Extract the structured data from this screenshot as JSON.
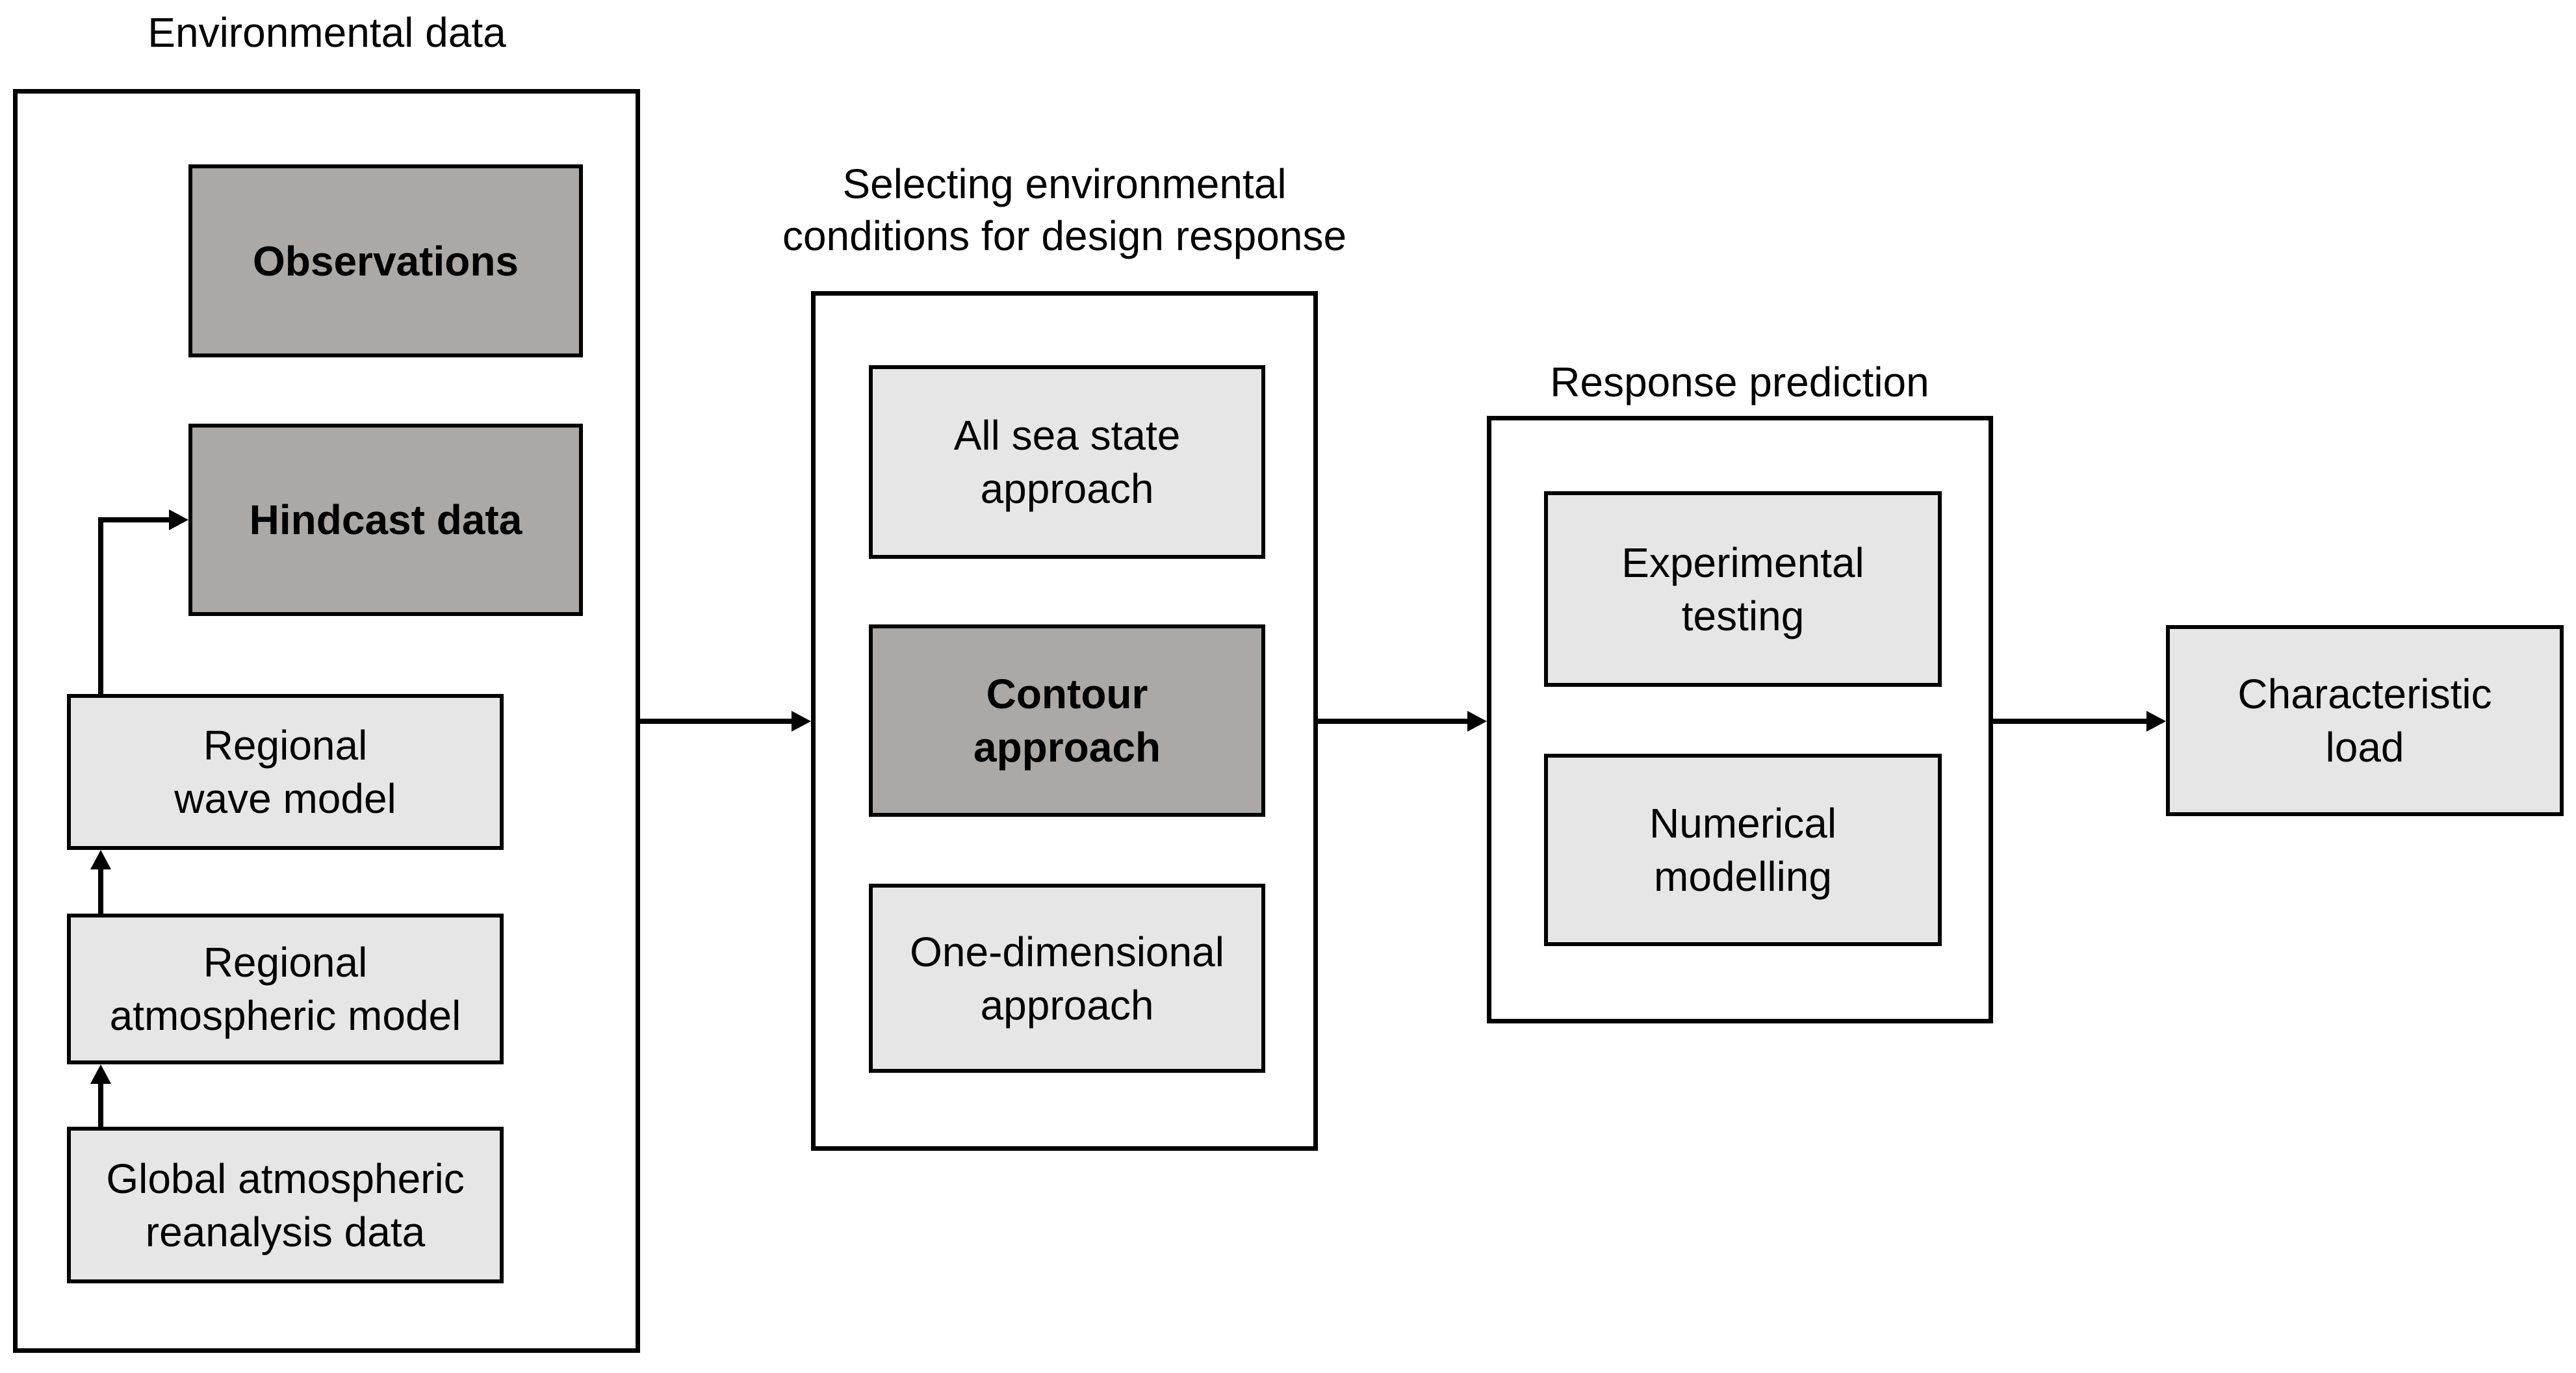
{
  "colors": {
    "background": "#FFFFFF",
    "border": "#000000",
    "node_dark": "#ABA8A5",
    "node_light": "#E6E6E6"
  },
  "titles": {
    "environmental": "Environmental data",
    "selecting": "Selecting environmental\nconditions for design response",
    "response": "Response prediction"
  },
  "nodes": {
    "observations": {
      "label": "Observations",
      "emphasis": "bold"
    },
    "hindcast": {
      "label": "Hindcast data",
      "emphasis": "bold"
    },
    "regional_wave": {
      "label": "Regional\nwave model",
      "emphasis": "normal"
    },
    "regional_atmospheric": {
      "label": "Regional\natmospheric model",
      "emphasis": "normal"
    },
    "global_atmospheric": {
      "label": "Global atmospheric\nreanalysis data",
      "emphasis": "normal"
    },
    "all_sea_state": {
      "label": "All sea state\napproach",
      "emphasis": "normal"
    },
    "contour": {
      "label": "Contour\napproach",
      "emphasis": "bold"
    },
    "one_dimensional": {
      "label": "One-dimensional\napproach",
      "emphasis": "normal"
    },
    "experimental": {
      "label": "Experimental\ntesting",
      "emphasis": "normal"
    },
    "numerical": {
      "label": "Numerical\nmodelling",
      "emphasis": "normal"
    },
    "characteristic_load": {
      "label": "Characteristic\nload",
      "emphasis": "normal"
    }
  },
  "edges": [
    {
      "from": "global_atmospheric",
      "to": "regional_atmospheric"
    },
    {
      "from": "regional_atmospheric",
      "to": "regional_wave"
    },
    {
      "from": "regional_wave",
      "to": "hindcast"
    },
    {
      "from": "environmental-data-section",
      "to": "selecting-conditions-section"
    },
    {
      "from": "selecting-conditions-section",
      "to": "response-prediction-section"
    },
    {
      "from": "response-prediction-section",
      "to": "characteristic_load"
    }
  ]
}
